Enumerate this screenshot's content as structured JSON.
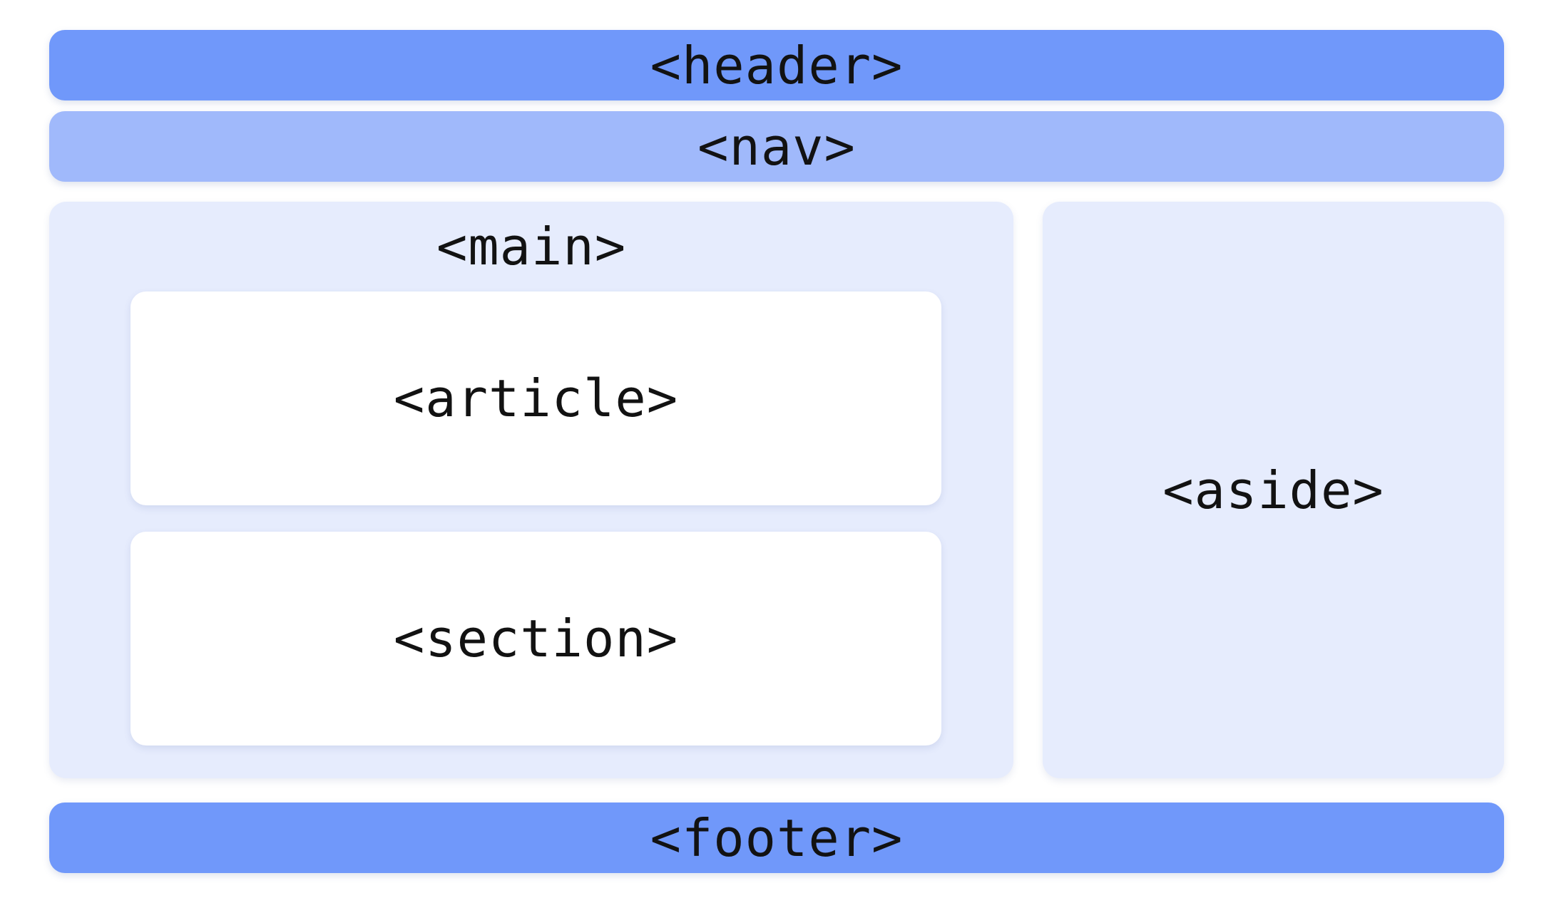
{
  "diagram": {
    "header": {
      "label": "<header>",
      "color": "#7098fa"
    },
    "nav": {
      "label": "<nav>",
      "color": "#a0b9fb"
    },
    "main": {
      "label": "<main>",
      "color": "#e6ecfd",
      "article": {
        "label": "<article>",
        "color": "#ffffff"
      },
      "section": {
        "label": "<section>",
        "color": "#ffffff"
      }
    },
    "aside": {
      "label": "<aside>",
      "color": "#e6ecfd"
    },
    "footer": {
      "label": "<footer>",
      "color": "#7098fa"
    }
  }
}
